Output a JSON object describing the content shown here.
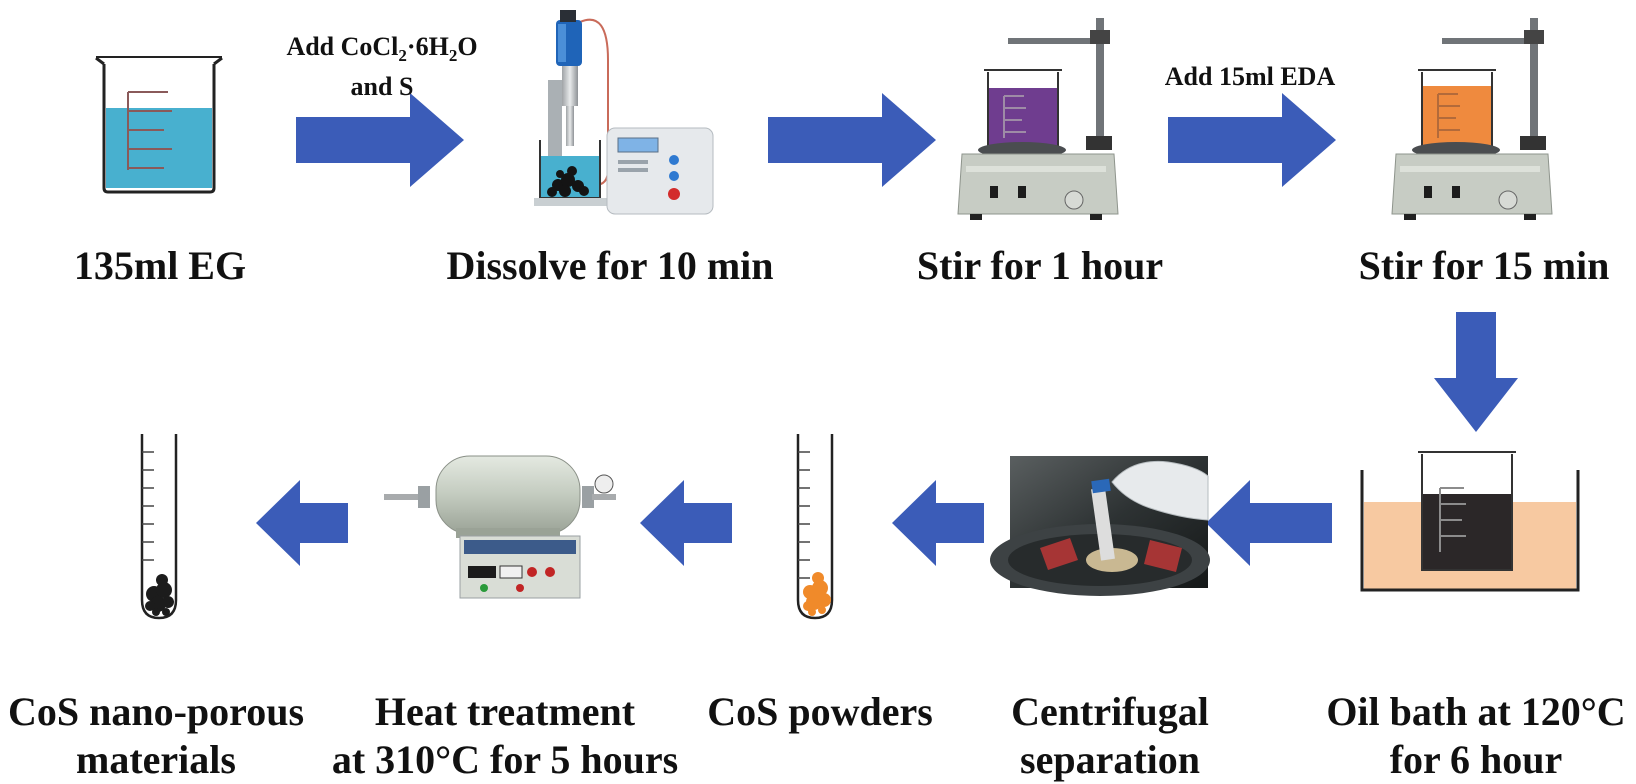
{
  "colors": {
    "arrow": "#3b5cb8",
    "eg_liquid": "#48b0cf",
    "purple_liquid": "#6f3d8f",
    "orange_liquid": "#ef8a3e",
    "oil": "#f7c9a1",
    "dark_liquid": "#2b2728",
    "cos_orange": "#f08a2a",
    "cos_black": "#1c1c1c",
    "device_gray": "#c4cbc2"
  },
  "steps": {
    "s1": "135ml EG",
    "s2": "Dissolve for 10 min",
    "s3": "Stir for 1 hour",
    "s4": "Stir for 15 min",
    "s5_line1": "Oil bath at 120°C",
    "s5_line2": "for 6 hour",
    "s6_line1": "Centrifugal",
    "s6_line2": "separation",
    "s7": "CoS powders",
    "s8_line1": "Heat treatment",
    "s8_line2": "at 310°C for 5 hours",
    "s9_line1": "CoS nano-porous",
    "s9_line2": "materials"
  },
  "arrow_labels": {
    "a1_line1_prefix": "Add CoCl",
    "a1_sub1": "2",
    "a1_mid": "·6H",
    "a1_sub2": "2",
    "a1_end": "O",
    "a1_line2": "and S",
    "a3": "Add 15ml EDA"
  },
  "icons": {
    "beaker_eg": "beaker-icon",
    "sonicator": "ultrasonic-homogenizer-icon",
    "stirrer_purple": "magnetic-stirrer-icon",
    "stirrer_orange": "magnetic-stirrer-icon",
    "oil_bath": "oil-bath-icon",
    "centrifuge": "centrifuge-photo",
    "tube_orange": "test-tube-icon",
    "furnace": "tube-furnace-icon",
    "tube_black": "test-tube-icon"
  }
}
